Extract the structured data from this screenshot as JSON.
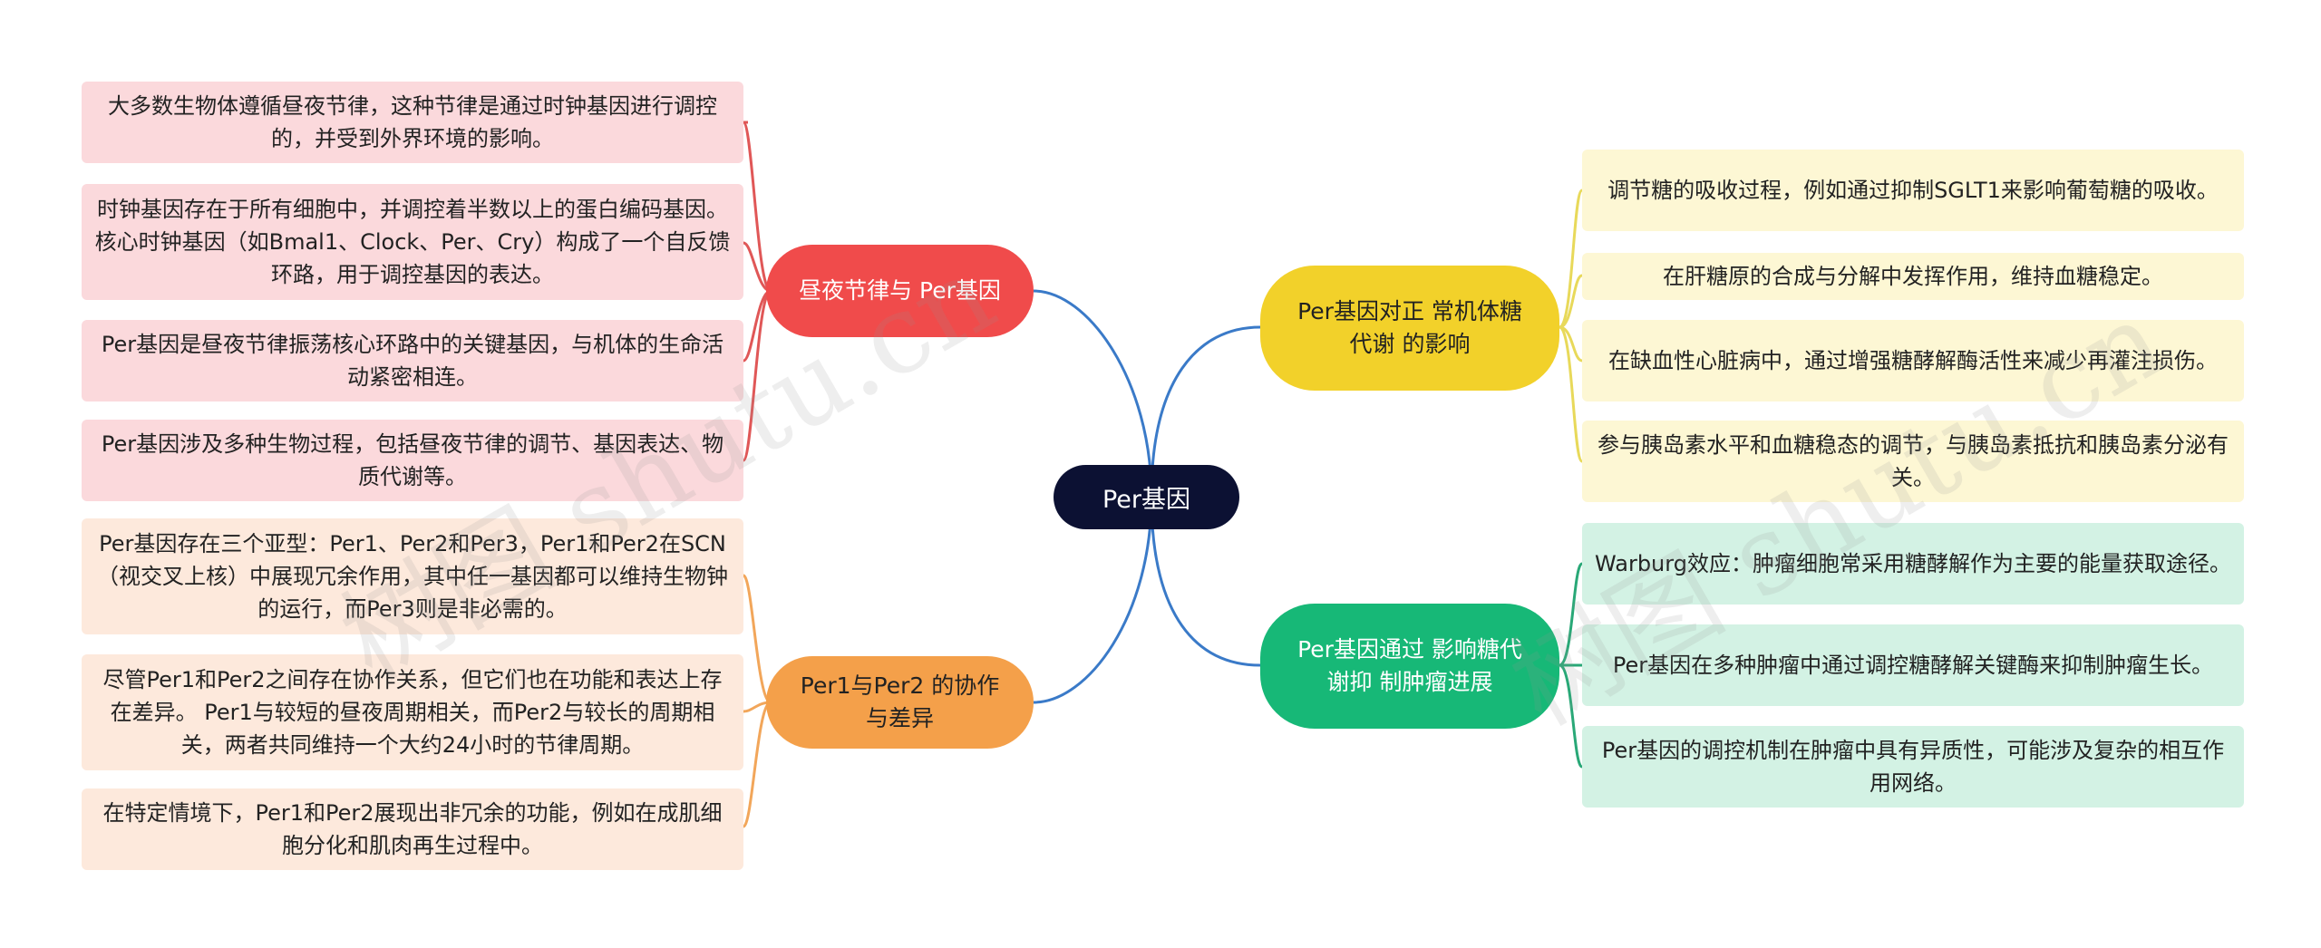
{
  "root": {
    "label": "Per基因"
  },
  "branches": {
    "b1": {
      "label": "昼夜节律与 Per基因",
      "color": "#f04b4b",
      "items": [
        "大多数生物体遵循昼夜节律，这种节律是通过时钟基因进行调控的，并受到外界环境的影响。",
        "时钟基因存在于所有细胞中，并调控着半数以上的蛋白编码基因。 核心时钟基因（如Bmal1、Clock、Per、Cry）构成了一个自反馈环路，用于调控基因的表达。",
        "Per基因是昼夜节律振荡核心环路中的关键基因，与机体的生命活动紧密相连。",
        "Per基因涉及多种生物过程，包括昼夜节律的调节、基因表达、物质代谢等。"
      ]
    },
    "b2": {
      "label": "Per1与Per2 的协作与差异",
      "color": "#f4a04a",
      "items": [
        "Per基因存在三个亚型：Per1、Per2和Per3，Per1和Per2在SCN（视交叉上核）中展现冗余作用，其中任一基因都可以维持生物钟的运行，而Per3则是非必需的。",
        "尽管Per1和Per2之间存在协作关系，但它们也在功能和表达上存在差异。 Per1与较短的昼夜周期相关，而Per2与较长的周期相关，两者共同维持一个大约24小时的节律周期。",
        "在特定情境下，Per1和Per2展现出非冗余的功能，例如在成肌细胞分化和肌肉再生过程中。"
      ]
    },
    "b3": {
      "label": "Per基因对正 常机体糖代谢 的影响",
      "color": "#f2d12a",
      "items": [
        "调节糖的吸收过程，例如通过抑制SGLT1来影响葡萄糖的吸收。",
        "在肝糖原的合成与分解中发挥作用，维持血糖稳定。",
        "在缺血性心脏病中，通过增强糖酵解酶活性来减少再灌注损伤。",
        "参与胰岛素水平和血糖稳态的调节，与胰岛素抵抗和胰岛素分泌有关。"
      ]
    },
    "b4": {
      "label": "Per基因通过 影响糖代谢抑 制肿瘤进展",
      "color": "#17b877",
      "items": [
        "Warburg效应：肿瘤细胞常采用糖酵解作为主要的能量获取途径。",
        "Per基因在多种肿瘤中通过调控糖酵解关键酶来抑制肿瘤生长。",
        "Per基因的调控机制在肿瘤中具有异质性，可能涉及复杂的相互作用网络。"
      ]
    }
  },
  "watermark": "树图 shutu.cn"
}
